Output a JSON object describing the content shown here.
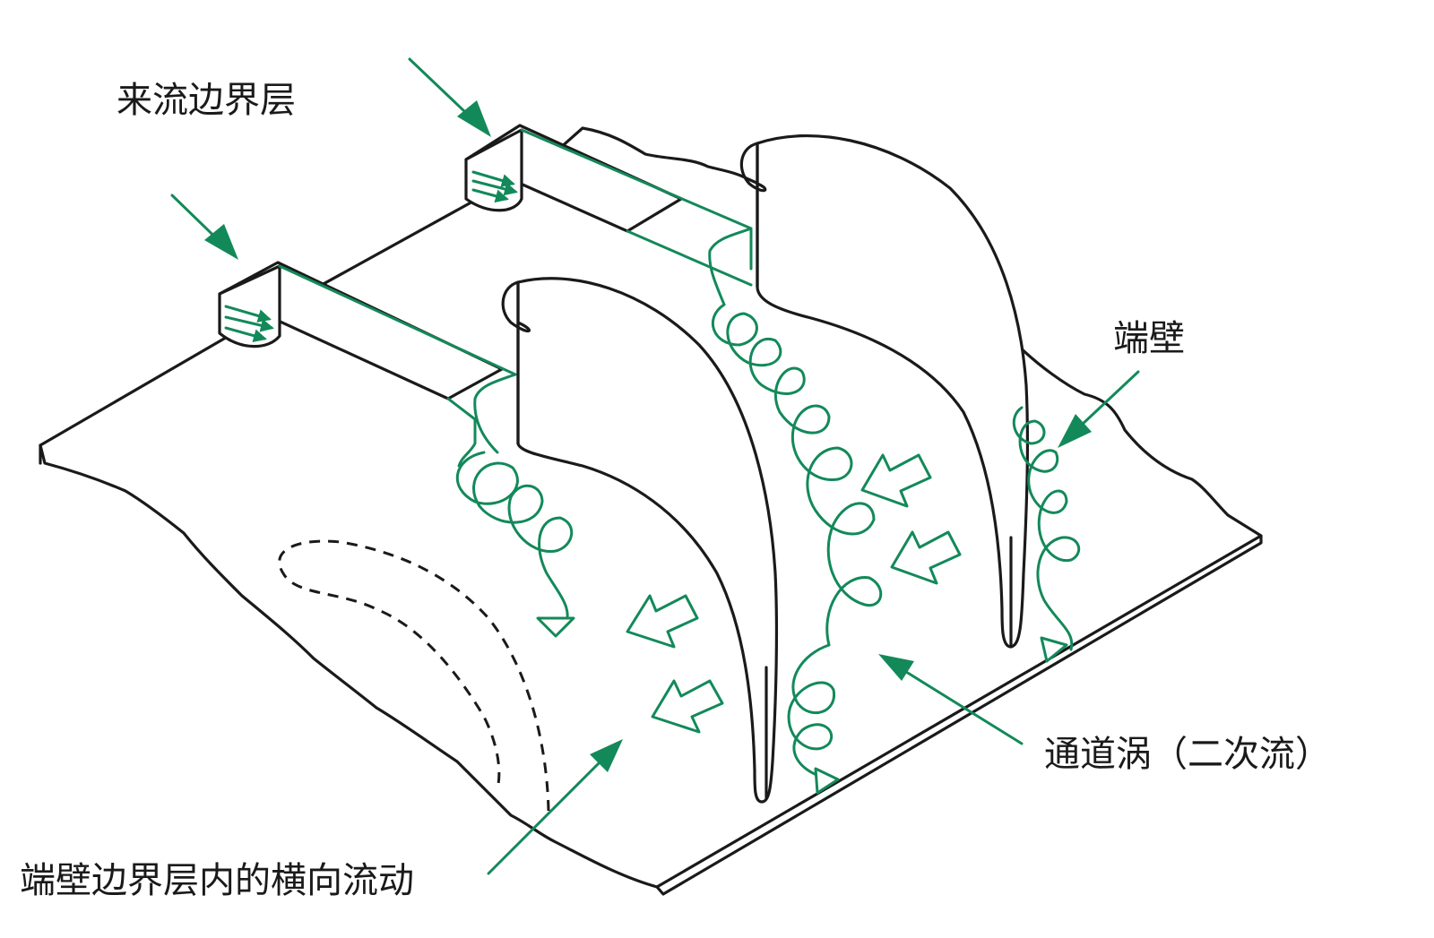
{
  "labels": {
    "inflow_boundary_layer": "来流边界层",
    "endwall": "端壁",
    "passage_vortex": "通道涡（二次流）",
    "endwall_crossflow": "端壁边界层内的横向流动"
  },
  "colors": {
    "line": "#1a1a1a",
    "flow": "#13895a",
    "background": "#ffffff"
  }
}
